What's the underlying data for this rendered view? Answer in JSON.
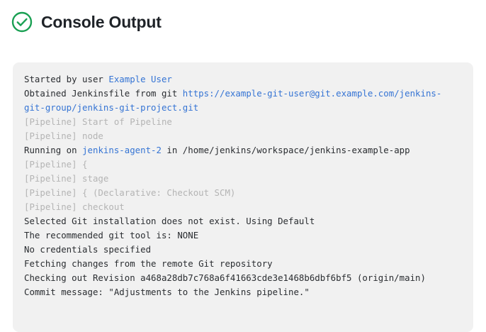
{
  "header": {
    "title": "Console Output",
    "status_icon": "check-circle-icon",
    "status_color": "#1aa053"
  },
  "theme": {
    "panel_background": "#f1f1f1",
    "text_color": "#2a2d31",
    "muted_color": "#b4b4b4",
    "link_color": "#3574d4",
    "page_background": "#ffffff"
  },
  "console": {
    "lines": [
      {
        "id": "line-started-by-user",
        "segments": [
          {
            "text": "Started by user ",
            "style": "plain"
          },
          {
            "text": "Example User",
            "style": "link"
          }
        ]
      },
      {
        "id": "line-obtained-jenkinsfile",
        "segments": [
          {
            "text": "Obtained Jenkinsfile from git ",
            "style": "plain"
          },
          {
            "text": "https://example-git-user@git.example.com/jenkins-git-group/jenkins-git-project.git",
            "style": "link"
          }
        ]
      },
      {
        "id": "line-pipeline-start",
        "segments": [
          {
            "text": "[Pipeline] Start of Pipeline",
            "style": "muted"
          }
        ]
      },
      {
        "id": "line-pipeline-node",
        "segments": [
          {
            "text": "[Pipeline] node",
            "style": "muted"
          }
        ]
      },
      {
        "id": "line-running-on-agent",
        "segments": [
          {
            "text": "Running on ",
            "style": "plain"
          },
          {
            "text": "jenkins-agent-2",
            "style": "link"
          },
          {
            "text": " in /home/jenkins/workspace/jenkins-example-app",
            "style": "plain"
          }
        ]
      },
      {
        "id": "line-pipeline-open-brace",
        "segments": [
          {
            "text": "[Pipeline] {",
            "style": "muted"
          }
        ]
      },
      {
        "id": "line-pipeline-stage",
        "segments": [
          {
            "text": "[Pipeline] stage",
            "style": "muted"
          }
        ]
      },
      {
        "id": "line-pipeline-declarative-checkout",
        "segments": [
          {
            "text": "[Pipeline] { (Declarative: Checkout SCM)",
            "style": "muted"
          }
        ]
      },
      {
        "id": "line-pipeline-checkout",
        "segments": [
          {
            "text": "[Pipeline] checkout",
            "style": "muted"
          }
        ]
      },
      {
        "id": "line-selected-git-installation",
        "segments": [
          {
            "text": "Selected Git installation does not exist. Using Default",
            "style": "plain"
          }
        ]
      },
      {
        "id": "line-recommended-git-tool",
        "segments": [
          {
            "text": "The recommended git tool is: NONE",
            "style": "plain"
          }
        ]
      },
      {
        "id": "line-no-credentials",
        "segments": [
          {
            "text": "No credentials specified",
            "style": "plain"
          }
        ]
      },
      {
        "id": "line-fetching-changes",
        "segments": [
          {
            "text": "Fetching changes from the remote Git repository",
            "style": "plain"
          }
        ]
      },
      {
        "id": "line-checking-out-revision",
        "segments": [
          {
            "text": "Checking out Revision a468a28db7c768a6f41663cde3e1468b6dbf6bf5 (origin/main)",
            "style": "plain"
          }
        ]
      },
      {
        "id": "line-commit-message",
        "segments": [
          {
            "text": "Commit message: \"Adjustments to the Jenkins pipeline.\"",
            "style": "plain"
          }
        ]
      }
    ]
  }
}
